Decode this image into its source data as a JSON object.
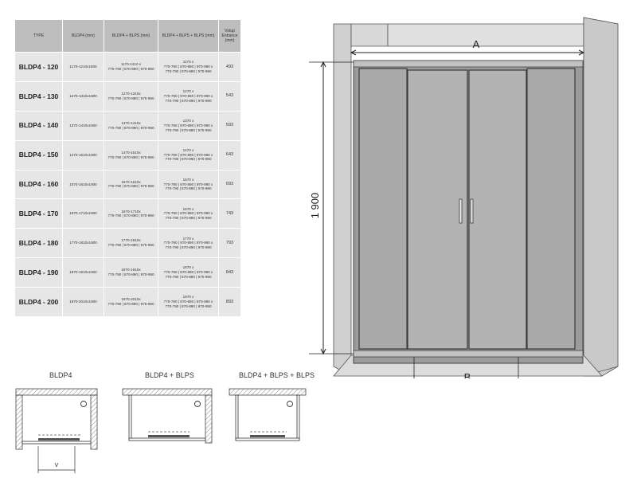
{
  "table": {
    "headers": [
      "TYPE",
      "BLDP4 (mm)",
      "BLDP4 + BLPS (mm)",
      "BLDP4 + BLPS + BLPS (mm)",
      "Vstup Entrance (mm)"
    ],
    "rows": [
      {
        "type": "BLDP4 - 120",
        "c1": "1170-1210x1900",
        "c2": [
          "1170-1210 x",
          "770-790 | 870-890 | 970-990"
        ],
        "c3": [
          "1170 x",
          "770-790 | 870-890 | 970-990 x",
          "770-790 | 870-890 | 970-990"
        ],
        "c4": "493"
      },
      {
        "type": "BLDP4 - 130",
        "c1": "1270-1310x1900",
        "c2": [
          "1270-1310x",
          "770-790 | 870-890 | 970-990"
        ],
        "c3": [
          "1270 x",
          "770-790 | 870-890 | 970-990 x",
          "770-790 | 870-890 | 970-990"
        ],
        "c4": "543"
      },
      {
        "type": "BLDP4 - 140",
        "c1": "1370-1410x1900",
        "c2": [
          "1370-1410x",
          "770-790 | 870-890 | 970-990"
        ],
        "c3": [
          "1370 x",
          "770-790 | 870-890 | 970-990 x",
          "770-790 | 870-890 | 970-990"
        ],
        "c4": "593"
      },
      {
        "type": "BLDP4 - 150",
        "c1": "1470-1510x1900",
        "c2": [
          "1470-1510x",
          "770-790 | 870-890 | 970-990"
        ],
        "c3": [
          "1470 x",
          "770-790 | 870-890 | 970-990 x",
          "770-790 | 870-890 | 970-990"
        ],
        "c4": "643"
      },
      {
        "type": "BLDP4 - 160",
        "c1": "1570-1610x1900",
        "c2": [
          "1570-1610x",
          "770-790 | 870-890 | 970-990"
        ],
        "c3": [
          "1570 x",
          "770-790 | 870-890 | 970-990 x",
          "770-790 | 870-890 | 970-990"
        ],
        "c4": "693"
      },
      {
        "type": "BLDP4 - 170",
        "c1": "1670-1710x1900",
        "c2": [
          "1670-1710x",
          "770-790 | 870-890 | 970-990"
        ],
        "c3": [
          "1670 x",
          "770-790 | 870-890 | 970-990 x",
          "770-790 | 870-890 | 970-990"
        ],
        "c4": "743"
      },
      {
        "type": "BLDP4 - 180",
        "c1": "1770-1810x1900",
        "c2": [
          "1770-1810x",
          "770-790 | 870-890 | 970-990"
        ],
        "c3": [
          "1770 x",
          "770-790 | 870-890 | 970-990 x",
          "770-790 | 870-890 | 970-990"
        ],
        "c4": "793"
      },
      {
        "type": "BLDP4 - 190",
        "c1": "1870-1910x1900",
        "c2": [
          "1870-1910x",
          "770-790 | 870-890 | 970-990"
        ],
        "c3": [
          "1870 x",
          "770-790 | 870-890 | 970-990 x",
          "770-790 | 870-890 | 970-990"
        ],
        "c4": "843"
      },
      {
        "type": "BLDP4 - 200",
        "c1": "1970-2010x1900",
        "c2": [
          "1970-2010x",
          "770-790 | 870-890 | 970-990"
        ],
        "c3": [
          "1970 x",
          "770-790 | 870-890 | 970-990 x",
          "770-790 | 870-890 | 970-990"
        ],
        "c4": "893"
      }
    ]
  },
  "drawing": {
    "label_a": "A",
    "label_b": "B",
    "height_label": "1 900"
  },
  "plans": {
    "titles": [
      "BLDP4",
      "BLDP4 + BLPS",
      "BLDP4 + BLPS + BLPS"
    ],
    "label_v": "V"
  }
}
